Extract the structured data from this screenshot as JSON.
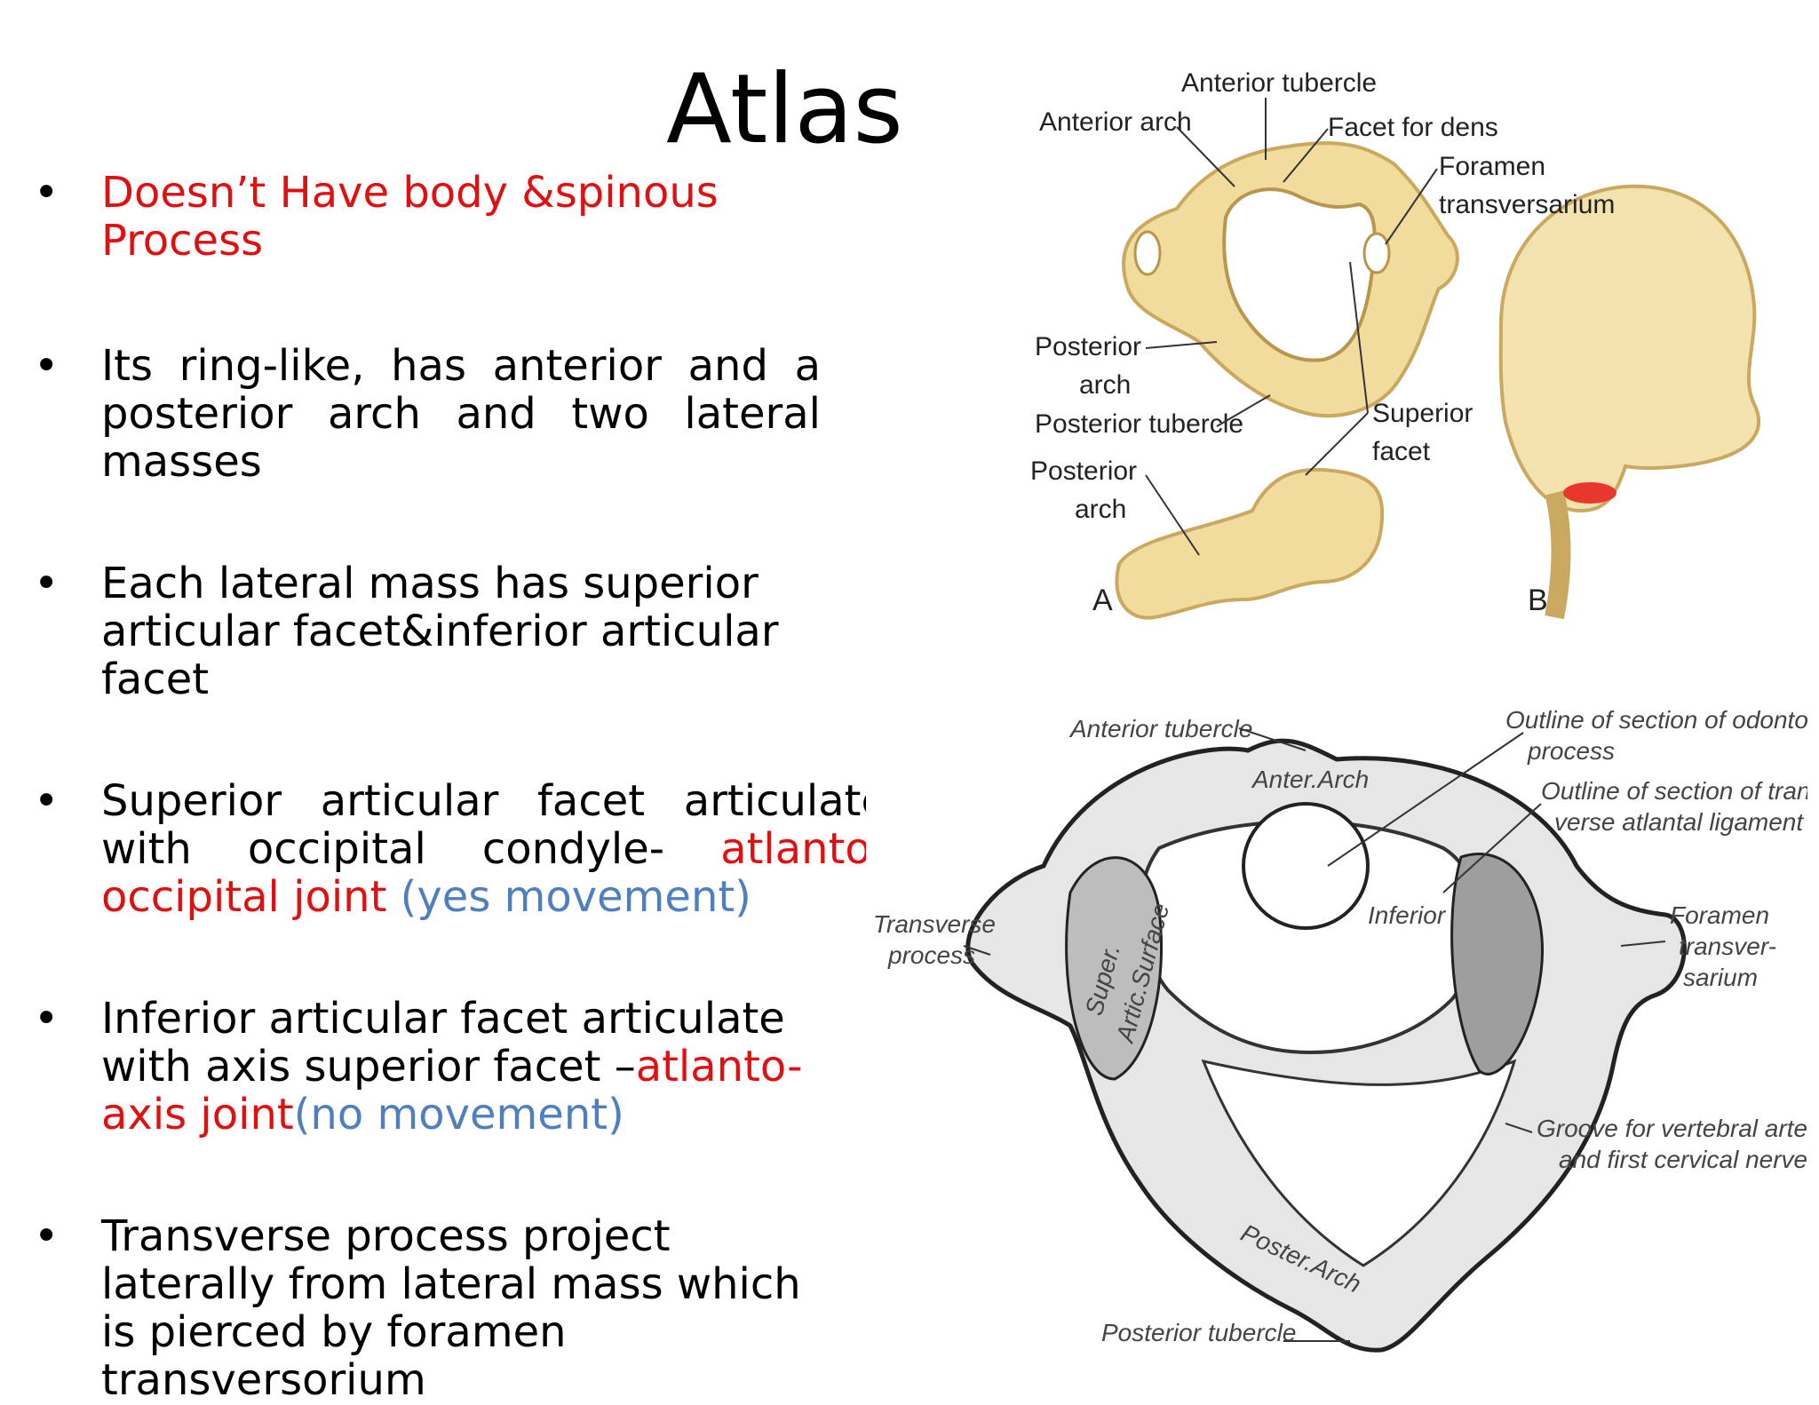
{
  "slide": {
    "title": "Atlas",
    "bullets": [
      {
        "symbol": "•",
        "parts": [
          {
            "text": "Doesn’t Have body &spinous Process",
            "color": "#e01010"
          }
        ]
      },
      {
        "symbol": "•",
        "parts": [
          {
            "text": "Its ring-like, has anterior and a posterior arch and two lateral masses",
            "color": "#000000"
          }
        ]
      },
      {
        "symbol": "•",
        "parts": [
          {
            "text": "Each lateral mass has superior articular facet&inferior articular facet",
            "color": "#000000"
          }
        ]
      },
      {
        "symbol": "•",
        "parts": [
          {
            "text": "Superior articular facet articulate with occipital condyle- ",
            "color": "#000000"
          },
          {
            "text": "atlanto-occipital joint ",
            "color": "#e01010"
          },
          {
            "text": "(yes movement)",
            "color": "#4f7fbf"
          }
        ]
      },
      {
        "symbol": "•",
        "parts": [
          {
            "text": "Inferior articular facet articulate with axis superior facet –",
            "color": "#000000"
          },
          {
            "text": "atlanto-axis joint",
            "color": "#e01010"
          },
          {
            "text": "(no movement)",
            "color": "#4f7fbf"
          }
        ]
      },
      {
        "symbol": "•",
        "parts": [
          {
            "text": "Transverse process project laterally from lateral mass which is pierced by foramen transversorium",
            "color": "#000000"
          }
        ]
      }
    ]
  },
  "figure_top": {
    "labels": {
      "anterior_tubercle": "Anterior tubercle",
      "anterior_arch": "Anterior arch",
      "facet_for_dens": "Facet for dens",
      "foramen": "Foramen",
      "transversarium": "transversarium",
      "posterior_arch_1a": "Posterior",
      "posterior_arch_1b": "arch",
      "posterior_tubercle": "Posterior tubercle",
      "superior_a": "Superior",
      "superior_b": "facet",
      "posterior_arch_2a": "Posterior",
      "posterior_arch_2b": "arch",
      "panel_a": "A",
      "panel_b": "B"
    },
    "colors": {
      "bone": "#f1dc9e",
      "bone_shade": "#c9a860",
      "highlight": "#e8382e"
    }
  },
  "figure_bottom": {
    "labels": {
      "anterior_tubercle": "Anterior tubercle",
      "anter_arch": "Anter.Arch",
      "outline_odontoid_1": "Outline of section of odontoid",
      "outline_odontoid_2": "process",
      "outline_ligament_1": "Outline of section of trans-",
      "outline_ligament_2": "verse atlantal ligament",
      "transverse_1": "Transverse",
      "transverse_2": "process",
      "superior_artic_1": "Super.",
      "superior_artic_2": "Artic.Surface",
      "inferior": "Inferior",
      "foramen_1": "Foramen",
      "foramen_2": "transver-",
      "foramen_3": "sarium",
      "groove_1": "Groove for vertebral artery",
      "groove_2": "and first cervical nerve",
      "poster_arch": "Poster.Arch",
      "posterior_tubercle": "Posterior tubercle"
    }
  }
}
